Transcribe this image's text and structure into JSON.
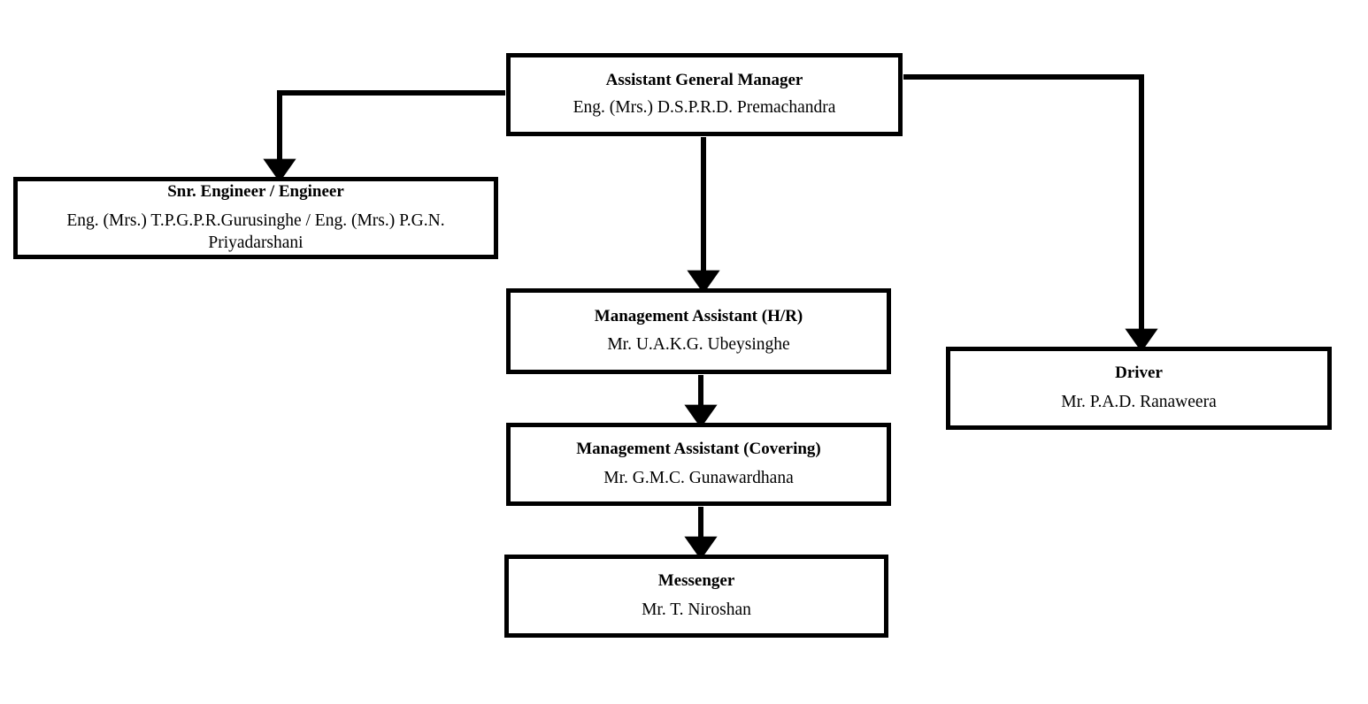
{
  "chart": {
    "type": "organization-chart",
    "background_color": "#ffffff",
    "line_color": "#000000",
    "nodes": [
      {
        "id": "agm",
        "title": "Assistant General Manager",
        "name": "Eng. (Mrs.) D.S.P.R.D. Premachandra"
      },
      {
        "id": "engineer",
        "title": "Snr. Engineer / Engineer",
        "name": "Eng. (Mrs.) T.P.G.P.R.Gurusinghe / Eng. (Mrs.) P.G.N. Priyadarshani"
      },
      {
        "id": "ma_hr",
        "title": "Management Assistant (H/R)",
        "name": "Mr. U.A.K.G. Ubeysinghe"
      },
      {
        "id": "ma_covering",
        "title": "Management Assistant (Covering)",
        "name": "Mr. G.M.C. Gunawardhana"
      },
      {
        "id": "messenger",
        "title": "Messenger",
        "name": "Mr. T. Niroshan"
      },
      {
        "id": "driver",
        "title": "Driver",
        "name": "Mr. P.A.D. Ranaweera"
      }
    ],
    "edges": [
      {
        "from": "agm",
        "to": "engineer",
        "style": "elbow-left-down"
      },
      {
        "from": "agm",
        "to": "ma_hr",
        "style": "straight-down"
      },
      {
        "from": "agm",
        "to": "driver",
        "style": "elbow-right-down"
      },
      {
        "from": "ma_hr",
        "to": "ma_covering",
        "style": "straight-down"
      },
      {
        "from": "ma_covering",
        "to": "messenger",
        "style": "straight-down"
      }
    ]
  }
}
